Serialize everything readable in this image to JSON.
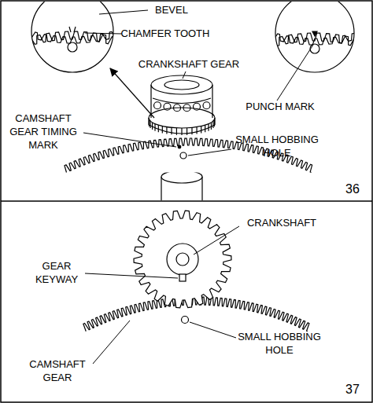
{
  "diagram": {
    "labels": [
      "BEVEL",
      "CHAMFER TOOTH",
      "CRANKSHAFT GEAR",
      "PUNCH MARK",
      "CAMSHAFT GEAR TIMING MARK",
      "SMALL HOBBING HOLE",
      "36",
      "CRANKSHAFT",
      "GEAR KEYWAY",
      "SMALL HOBBING HOLE",
      "CAMSHAFT GEAR",
      "37"
    ]
  }
}
